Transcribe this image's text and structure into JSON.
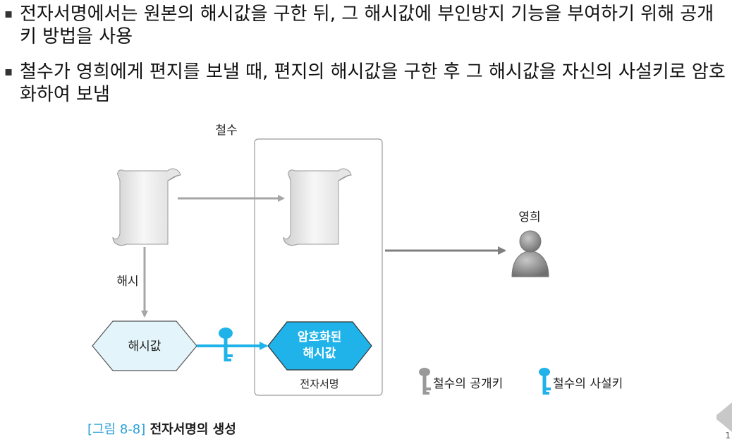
{
  "bullets": [
    "전자서명에서는 원본의 해시값을 구한 뒤, 그 해시값에 부인방지 기능을 부여하기 위해 공개키 방법을 사용",
    "철수가 영희에게 편지를 보낼 때, 편지의 해시값을 구한 후 그 해시값을 자신의 사설키로 암호화하여 보냄"
  ],
  "bullet_mark": "▪",
  "diagram": {
    "sender_label": "철수",
    "receiver_label": "영희",
    "hash_label": "해시",
    "hash_value_label": "해시값",
    "encrypted_hash_line1": "암호화된",
    "encrypted_hash_line2": "해시값",
    "signature_label": "전자서명",
    "legend_public_key": "철수의 공개키",
    "legend_private_key": "철수의 사설키"
  },
  "colors": {
    "accent_blue": "#1fb3ea",
    "hash_hex_fill": "#e3f4fb",
    "arrow_gray": "#a6a6a6",
    "public_key_gray": "#9a9a9a",
    "caption_blue": "#2aa0d8"
  },
  "caption": {
    "figure_number": "[그림 8-8]",
    "title": "전자서명의 생성"
  },
  "page_number": "1"
}
